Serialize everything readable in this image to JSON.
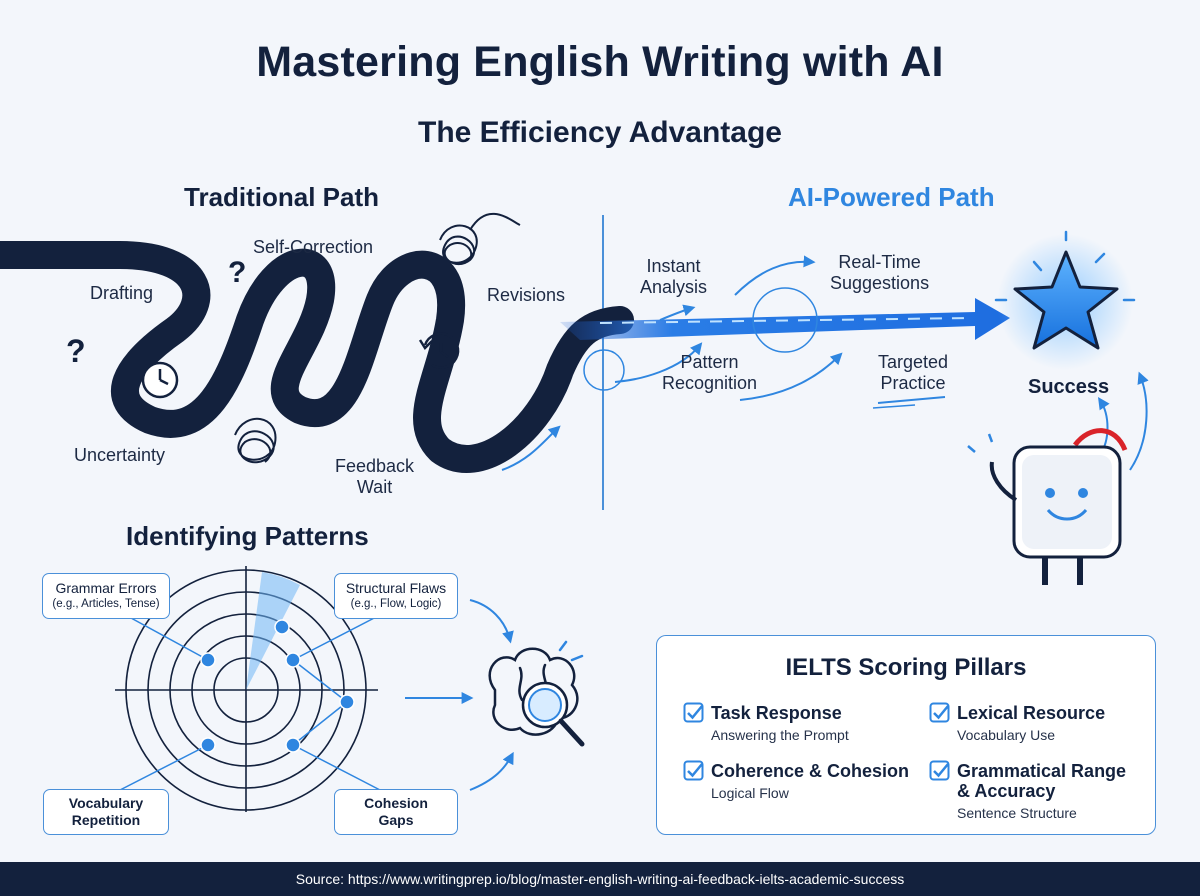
{
  "header": {
    "title": "Mastering English Writing with AI",
    "subtitle": "The Efficiency Advantage"
  },
  "traditional": {
    "heading": "Traditional Path",
    "labels": {
      "drafting": "Drafting",
      "self_correction": "Self-Correction",
      "revisions": "Revisions",
      "uncertainty": "Uncertainty",
      "feedback_wait_1": "Feedback",
      "feedback_wait_2": "Wait"
    }
  },
  "ai_path": {
    "heading": "AI-Powered Path",
    "labels": {
      "instant_1": "Instant",
      "instant_2": "Analysis",
      "realtime_1": "Real-Time",
      "realtime_2": "Suggestions",
      "pattern_1": "Pattern",
      "pattern_2": "Recognition",
      "targeted_1": "Targeted",
      "targeted_2": "Practice"
    },
    "success": "Success"
  },
  "patterns": {
    "heading": "Identifying Patterns",
    "grammar": {
      "title": "Grammar Errors",
      "sub": "(e.g., Articles, Tense)"
    },
    "structural": {
      "title": "Structural Flaws",
      "sub": "(e.g., Flow, Logic)"
    },
    "vocabulary": {
      "title_1": "Vocabulary",
      "title_2": "Repetition"
    },
    "cohesion": {
      "title_1": "Cohesion",
      "title_2": "Gaps"
    }
  },
  "ielts": {
    "title": "IELTS Scoring Pillars",
    "pillars": [
      {
        "name": "Task Response",
        "desc": "Answering the Prompt"
      },
      {
        "name": "Lexical Resource",
        "desc": "Vocabulary Use"
      },
      {
        "name": "Coherence & Cohesion",
        "desc": "Logical Flow"
      },
      {
        "name_1": "Grammatical Range",
        "name_2": "& Accuracy",
        "desc": "Sentence Structure"
      }
    ]
  },
  "footer": {
    "source": "Source: https://www.writingprep.io/blog/master-english-writing-ai-feedback-ielts-academic-success"
  },
  "colors": {
    "navy": "#13213d",
    "accent_blue": "#2f86e0",
    "light_blue": "#4a90d9",
    "star": "#2b8ef0"
  },
  "icons": [
    "question-mark-icon",
    "clock-icon",
    "history-icon",
    "tangle-icon",
    "star-icon",
    "brain-magnifier-icon",
    "check-icon",
    "robot-mascot-icon"
  ]
}
